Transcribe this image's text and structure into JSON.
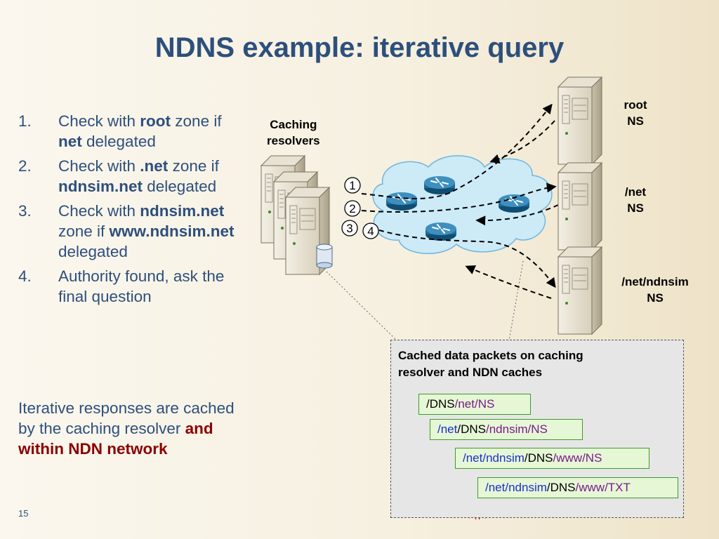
{
  "title": "NDNS example: iterative query",
  "steps": [
    {
      "num": "1.",
      "parts": [
        {
          "t": "Check with ",
          "b": false
        },
        {
          "t": "root",
          "b": true
        },
        {
          "t": " zone if ",
          "b": false
        },
        {
          "t": "net",
          "b": true
        },
        {
          "t": " delegated",
          "b": false
        }
      ]
    },
    {
      "num": "2.",
      "parts": [
        {
          "t": "Check with ",
          "b": false
        },
        {
          "t": ".net",
          "b": true
        },
        {
          "t": " zone if ",
          "b": false
        },
        {
          "t": "ndnsim.net",
          "b": true
        },
        {
          "t": " delegated",
          "b": false
        }
      ]
    },
    {
      "num": "3.",
      "parts": [
        {
          "t": "Check with ",
          "b": false
        },
        {
          "t": "ndnsim.net",
          "b": true
        },
        {
          "t": " zone if ",
          "b": false
        },
        {
          "t": "www.ndnsim.net",
          "b": true
        },
        {
          "t": " delegated",
          "b": false
        }
      ]
    },
    {
      "num": "4.",
      "parts": [
        {
          "t": "Authority found, ask the final question",
          "b": false
        }
      ]
    }
  ],
  "note": {
    "plain": "Iterative responses are cached by the caching resolver ",
    "emph": "and within NDN network"
  },
  "labels": {
    "caching_resolvers_1": "Caching",
    "caching_resolvers_2": "resolvers",
    "root_1": "root",
    "root_2": "NS",
    "net_1": "/net",
    "net_2": "NS",
    "ndnsim_1": "/net/ndnsim",
    "ndnsim_2": "NS"
  },
  "step_markers": [
    "1",
    "2",
    "3",
    "4"
  ],
  "cache": {
    "title_1": "Cached data packets on caching",
    "title_2": "resolver and NDN caches",
    "packets": [
      [
        {
          "t": "/DNS",
          "c": "black"
        },
        {
          "t": "/net/NS",
          "c": "purple"
        }
      ],
      [
        {
          "t": "/net",
          "c": "blue"
        },
        {
          "t": "/DNS",
          "c": "black"
        },
        {
          "t": "/ndnsim/NS",
          "c": "purple"
        }
      ],
      [
        {
          "t": "/net/ndnsim",
          "c": "blue"
        },
        {
          "t": "/DNS",
          "c": "black"
        },
        {
          "t": "/www/NS",
          "c": "purple"
        }
      ],
      [
        {
          "t": "/net/ndnsim",
          "c": "blue"
        },
        {
          "t": "/DNS",
          "c": "black"
        },
        {
          "t": "/www/TXT",
          "c": "purple"
        }
      ]
    ]
  },
  "page_number": "15",
  "colors": {
    "title": "#2d4f7c",
    "emphasis": "#8b0000",
    "cloud": "#cdeaf7",
    "router": "#1d6a96",
    "packet_border": "#3a9d2a"
  }
}
